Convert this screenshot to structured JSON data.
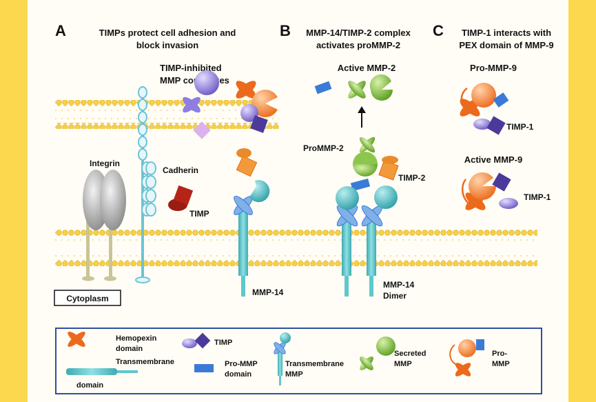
{
  "panels": {
    "a": {
      "letter": "A",
      "title_line1": "TIMPs protect cell adhesion and",
      "title_line2": "block invasion"
    },
    "b": {
      "letter": "B",
      "title_line1": "MMP-14/TIMP-2 complex",
      "title_line2": "activates proMMP-2"
    },
    "c": {
      "letter": "C",
      "title_line1": "TIMP-1 interacts with",
      "title_line2": "PEX domain of MMP-9"
    }
  },
  "labels": {
    "timp_inhibited_1": "TIMP-inhibited",
    "timp_inhibited_2": "MMP complexes",
    "integrin": "Integrin",
    "cadherin": "Cadherin",
    "timp": "TIMP",
    "mmp14": "MMP-14",
    "cytoplasm": "Cytoplasm",
    "active_mmp2": "Active MMP-2",
    "prommp2": "ProMMP-2",
    "timp2": "TIMP-2",
    "mmp14_dimer_1": "MMP-14",
    "mmp14_dimer_2": "Dimer",
    "pro_mmp9": "Pro-MMP-9",
    "timp1_top": "TIMP-1",
    "active_mmp9": "Active MMP-9",
    "timp1_bottom": "TIMP-1"
  },
  "legend": {
    "hemopexin_1": "Hemopexin",
    "hemopexin_2": "domain",
    "timp": "TIMP",
    "transmembrane_1": "Transmembrane",
    "transmembrane_2": "domain",
    "prommp_1": "Pro-MMP",
    "prommp_2": "domain",
    "tm_mmp_1": "Transmembrane",
    "tm_mmp_2": "MMP",
    "secreted_1": "Secreted",
    "secreted_2": "MMP",
    "pro_mmp_1": "Pro-",
    "pro_mmp_2": "MMP"
  },
  "colors": {
    "frame": "#fcd84e",
    "lipid": "#f7d048",
    "hemopexin": "#f07a2a",
    "timp": "#5a48a6",
    "prodomain": "#3b7bd6",
    "transmembrane": "#5ec8cc",
    "secreted": "#7ab83a",
    "legend_border": "#2f4ea0"
  }
}
